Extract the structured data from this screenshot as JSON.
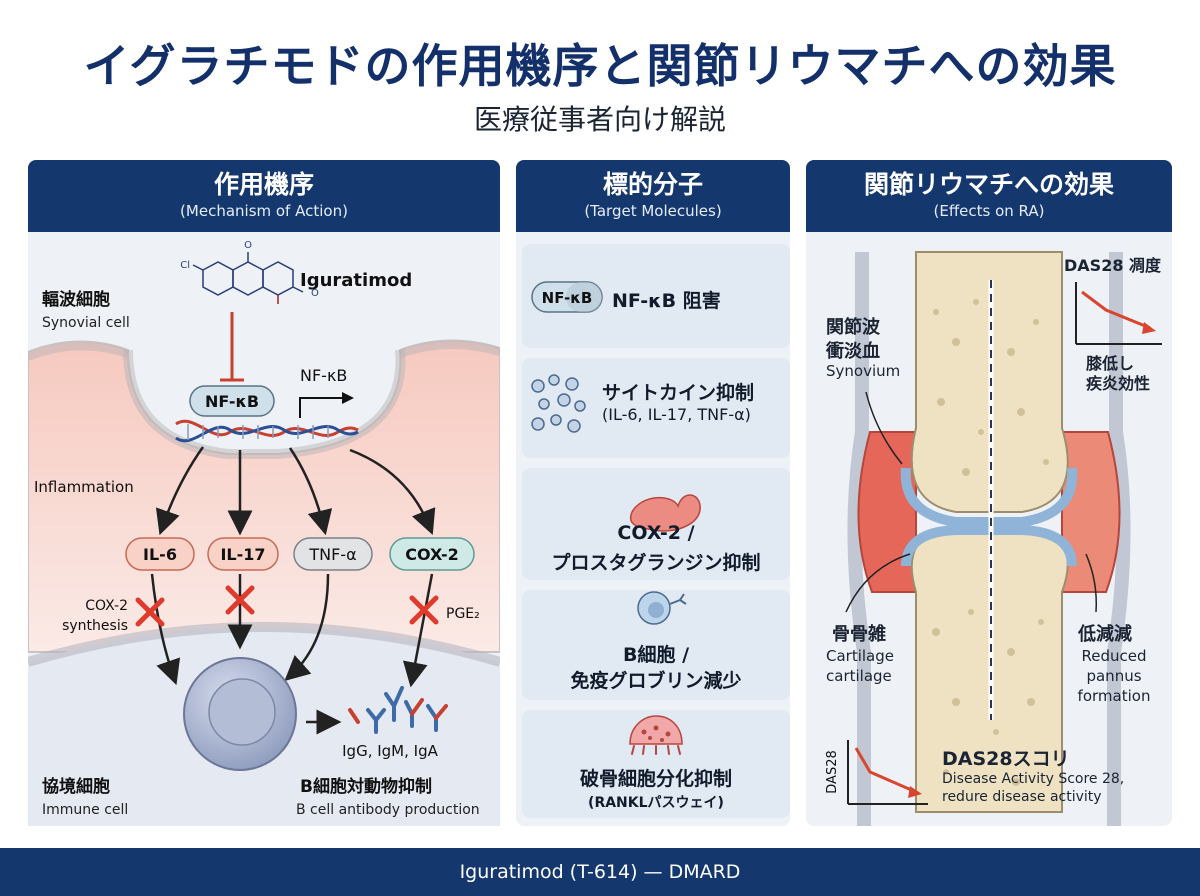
{
  "header": {
    "title": "イグラチモドの作用機序と関節リウマチへの効果",
    "subtitle": "医療従事者向け解説"
  },
  "columns": {
    "mechanism": {
      "title": "作用機序",
      "subtitle": "(Mechanism of Action)"
    },
    "targets": {
      "title": "標的分子",
      "subtitle": "(Target Molecules)"
    },
    "effects": {
      "title": "関節リウマチへの効果",
      "subtitle": "(Effects on RA)"
    }
  },
  "mechanism": {
    "drug_name": "Iguratimod",
    "drug_atoms": {
      "cl": "Cl",
      "o1": "O",
      "o2": "O"
    },
    "synovial_label": "輻波細胞",
    "synovial_sub": "Synovial cell",
    "nfkb_box": "NF-κB",
    "nfkb_label": "NF-κB",
    "inflammation": "Inflammation",
    "mediators": [
      "IL-6",
      "IL-17",
      "TNF-α",
      "COX-2"
    ],
    "cox2_synthesis": "COX-2\nsynthesis",
    "pge2": "PGE₂",
    "immune_label": "協境細胞",
    "immune_sub": "Immune cell",
    "antibodies": "IgG, IgM, IgA",
    "bcell_label": "B細胞対動物抑制",
    "bcell_sub": "B cell antibody production"
  },
  "targets": {
    "items": [
      {
        "badge": "NF-κB",
        "label": "NF-κB 阻害"
      },
      {
        "line1": "サイトカイン抑制",
        "line2": "(IL-6, IL-17, TNF-α)"
      },
      {
        "line1": "COX-2 /",
        "line2": "プロスタグランジン抑制"
      },
      {
        "line1": "B細胞 /",
        "line2": "免疫グロブリン減少"
      },
      {
        "line1": "破骨細胞分化抑制",
        "line2": "(RANKLパスウェイ)"
      }
    ]
  },
  "effects": {
    "das28_top": "DAS28 凋度",
    "low_activity": "膝低し\n疾炎効性",
    "synovium_jp": "関節波\n衝淡血",
    "synovium_en": "Synovium",
    "cartilage_jp": "骨骨雑",
    "cartilage_en": "Cartilage\ncartilage",
    "pannus_jp": "低減減",
    "pannus_en": "Reduced\npannus\nformation",
    "das28_axis": "DAS28",
    "das28_title": "DAS28スコリ",
    "das28_desc": "Disease Activity Score 28,\nredure disease activity"
  },
  "footer": "Iguratimod (T-614) — DMARD",
  "colors": {
    "navy": "#14386e",
    "red_x": "#e03a2c",
    "panel_bg": "#eef2f7",
    "card_bg": "#e1e9f2"
  }
}
